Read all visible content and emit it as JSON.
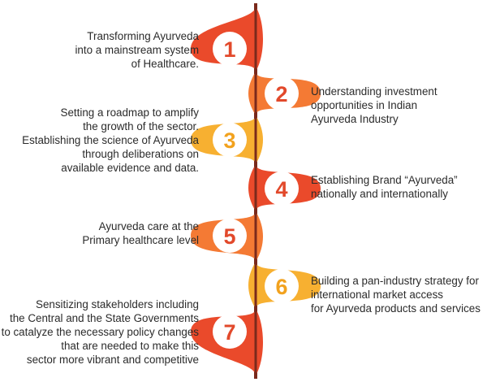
{
  "colors": {
    "red": "#ea4a2b",
    "orange": "#f47a34",
    "yellow": "#f7b031",
    "spine": "#7a2a1c",
    "number_red": "#e2492b",
    "number_yellow": "#f2a21e"
  },
  "steps": [
    {
      "number": "1",
      "color": "red",
      "side": "left",
      "lines": [
        "Transforming Ayurveda",
        "into a mainstream system",
        "of Healthcare."
      ]
    },
    {
      "number": "2",
      "color": "orange",
      "side": "right",
      "lines": [
        "Understanding investment",
        "opportunities in Indian",
        "Ayurveda Industry"
      ]
    },
    {
      "number": "3",
      "color": "yellow",
      "side": "left",
      "lines": [
        "Setting a roadmap to amplify",
        "the growth of the sector.",
        "Establishing the science of Ayurveda",
        "through deliberations on",
        "available evidence and data."
      ]
    },
    {
      "number": "4",
      "color": "red",
      "side": "right",
      "lines": [
        "Establishing Brand “Ayurveda”",
        "nationally and internationally"
      ]
    },
    {
      "number": "5",
      "color": "orange",
      "side": "left",
      "lines": [
        "Ayurveda care at the",
        "Primary healthcare level"
      ]
    },
    {
      "number": "6",
      "color": "yellow",
      "side": "right",
      "lines": [
        "Building a pan-industry strategy for",
        "international market access",
        "for Ayurveda products and services"
      ]
    },
    {
      "number": "7",
      "color": "red",
      "side": "left",
      "lines": [
        "Sensitizing stakeholders including",
        "the Central and the State Governments",
        "to catalyze the necessary policy changes",
        "that are needed to make this",
        "sector more vibrant and competitive"
      ]
    }
  ]
}
